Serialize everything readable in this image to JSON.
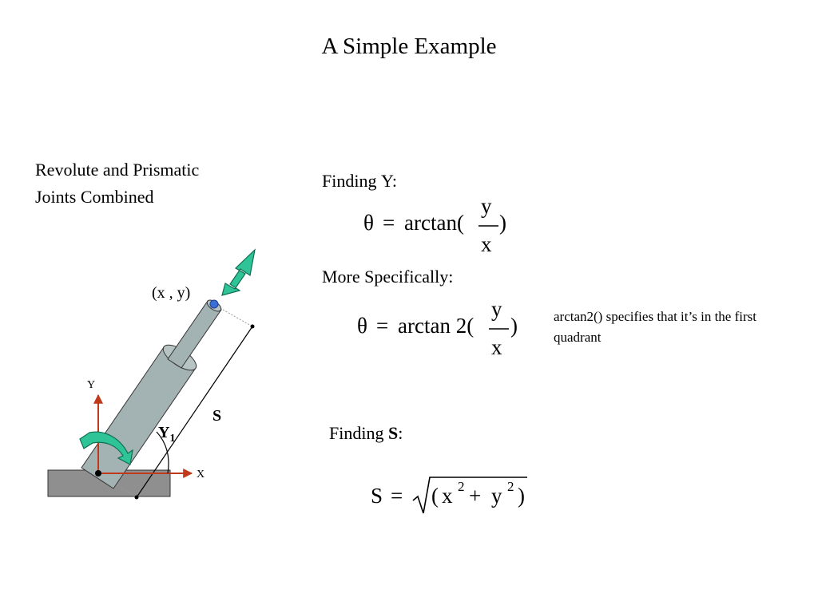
{
  "slide": {
    "title": "A Simple Example",
    "subtitle": "Revolute and Prismatic Joints Combined"
  },
  "finding_theta": {
    "prefix": "Finding ",
    "symbol": "Υ",
    "colon": ":",
    "eq": {
      "lhs": "θ",
      "equals": "=",
      "func": "arctan(",
      "num": "y",
      "den": "x",
      "close": ")"
    }
  },
  "more_specifically": {
    "label": "More Specifically",
    "colon": ":",
    "eq": {
      "lhs": "θ",
      "equals": "=",
      "func": "arctan 2(",
      "num": "y",
      "den": "x",
      "close": ")"
    },
    "note": "arctan2() specifies that it’s in the first quadrant"
  },
  "finding_s": {
    "prefix": "Finding ",
    "symbol": "S",
    "colon": ":",
    "eq": {
      "lhs": "S",
      "equals": "=",
      "open": "(",
      "x": "x",
      "exp": "2",
      "plus": "+",
      "y": "y",
      "close": ")"
    }
  },
  "diagram": {
    "point_label": "(x , y)",
    "y_axis_label": "Y",
    "x_axis_label": "X",
    "s_label": "S",
    "angle_symbol": "Υ",
    "angle_sub": "1",
    "colors": {
      "cylinder": "#a3b2b2",
      "base": "#8f8f8f",
      "axis": "#c0391b",
      "arrow": "#2fc498",
      "point": "#3a6fd8"
    }
  }
}
